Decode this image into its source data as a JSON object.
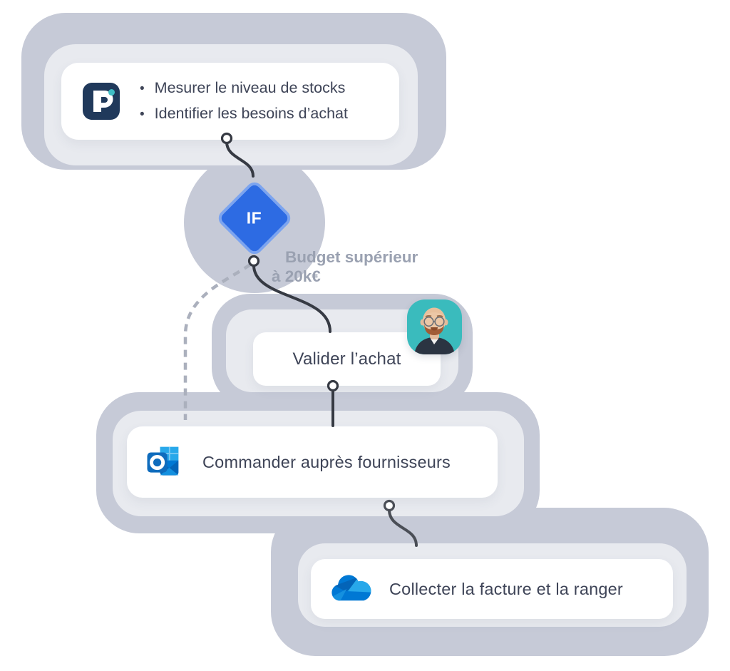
{
  "workflow": {
    "step_stock": {
      "bullet1": "Mesurer le niveau de stocks",
      "bullet2": "Identifier les besoins d’achat",
      "icon": "dastra-logo"
    },
    "condition": {
      "label": "IF",
      "branch_note_line1": "Budget supérieur",
      "branch_note_line2": "à 20k€"
    },
    "step_validate": {
      "label": "Valider l’achat",
      "icon": "approver-avatar"
    },
    "step_order": {
      "label": "Commander auprès fournisseurs",
      "icon": "outlook"
    },
    "step_collect": {
      "label": "Collecter la facture et la ranger",
      "icon": "onedrive"
    }
  },
  "colors": {
    "blob": "#c6cad7",
    "card_background": "#ffffff",
    "card_text": "#3e4457",
    "diamond_fill": "#2d6be3",
    "diamond_border": "#7ca4ef",
    "branch_note_text": "#9aa1b1",
    "connector_solid": "#3a3e46",
    "connector_dashed": "#abb0bd",
    "logo_navy": "#20395b",
    "logo_teal": "#3fbec5",
    "avatar_background": "#3abbbd",
    "outlook_blue": "#0078d4",
    "onedrive_blue": "#0364b8"
  }
}
